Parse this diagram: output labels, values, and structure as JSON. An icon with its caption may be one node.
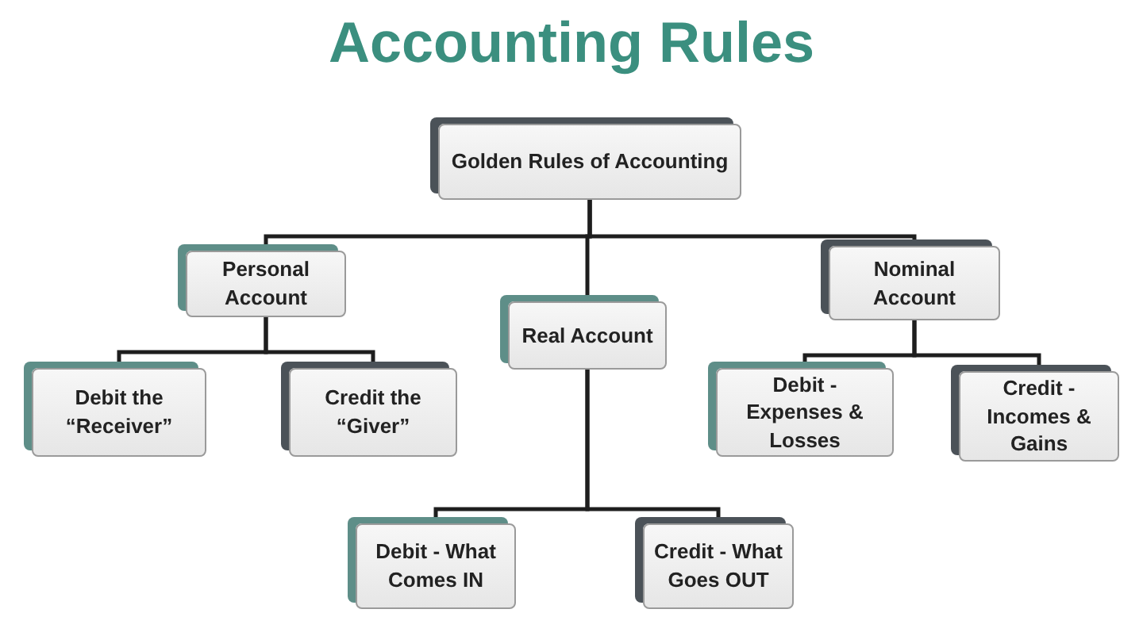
{
  "diagram": {
    "title": "Accounting Rules",
    "nodes": [
      {
        "text": [
          "Golden Rules of Accounting"
        ]
      },
      {
        "text": [
          "Personal Account"
        ]
      },
      {
        "text": [
          "Real Account"
        ]
      },
      {
        "text": [
          "Nominal Account"
        ]
      },
      {
        "text": [
          "Debit the “Receiver”"
        ]
      },
      {
        "text": [
          "Credit the “Giver”"
        ]
      },
      {
        "text": [
          "Debit - Expenses & Losses"
        ]
      },
      {
        "text": [
          "Credit - Incomes & Gains"
        ]
      },
      {
        "text": [
          "Debit - What Comes IN"
        ]
      },
      {
        "text": [
          "Credit - What Goes OUT"
        ]
      }
    ],
    "edges": [
      {
        "from": 0,
        "to": 1,
        "arrow": "none"
      },
      {
        "from": 0,
        "to": 2,
        "arrow": "none"
      },
      {
        "from": 0,
        "to": 3,
        "arrow": "none"
      },
      {
        "from": 1,
        "to": 4,
        "arrow": "none"
      },
      {
        "from": 1,
        "to": 5,
        "arrow": "none"
      },
      {
        "from": 3,
        "to": 6,
        "arrow": "none"
      },
      {
        "from": 3,
        "to": 7,
        "arrow": "none"
      },
      {
        "from": 2,
        "to": 8,
        "arrow": "none"
      },
      {
        "from": 2,
        "to": 9,
        "arrow": "none"
      }
    ]
  }
}
